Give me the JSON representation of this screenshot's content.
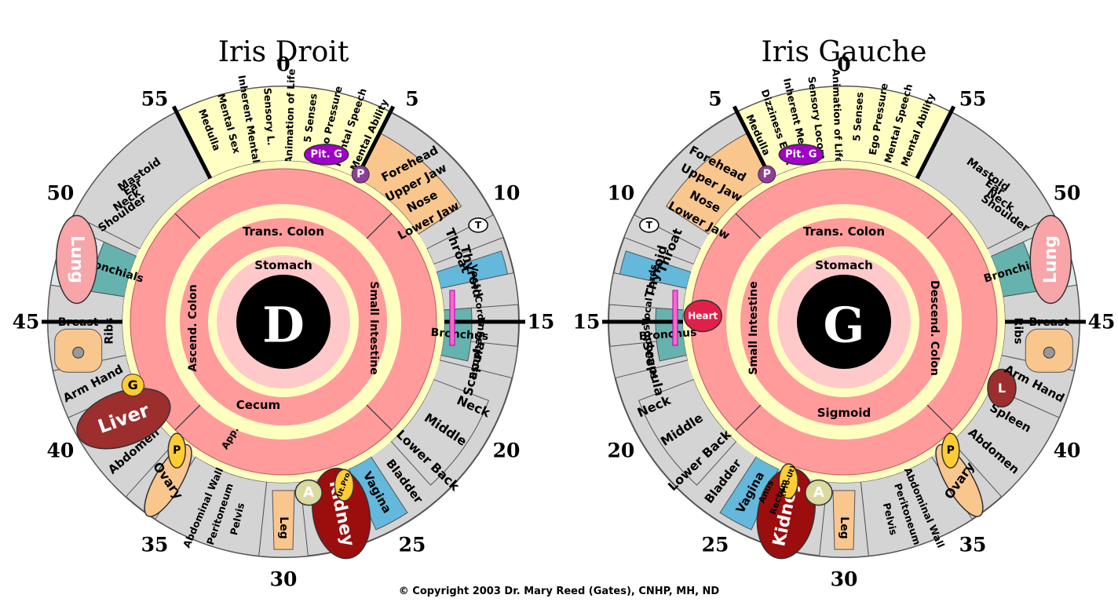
{
  "copyright": "© Copyright 2003 Dr. Mary Reed (Gates), CNHP, MH, ND",
  "colors": {
    "yellow": "#ffffc4",
    "gray": "#d4d4d4",
    "grayDark": "#bdbdbd",
    "skin": "#f9c68e",
    "pink": "#ff9b9b",
    "pinkLight": "#ffc9c9",
    "cream": "#ffffc0",
    "teal": "#66b2ae",
    "blue": "#63b8dc",
    "lung": "#f7a5a8",
    "liver": "#9c2e2e",
    "kidney": "#9c0d0d",
    "purple": "#a000c8",
    "gold": "#ffcc33",
    "center": "#000000"
  },
  "right_iris": {
    "title": "Iris Droit",
    "center_letter": "D",
    "clock": [
      "0",
      "5",
      "10",
      "15",
      "20",
      "25",
      "30",
      "35",
      "40",
      "45",
      "50",
      "55"
    ],
    "inner": {
      "top": "Trans. Colon",
      "stomach": "Stomach",
      "right": "Small Intestine",
      "left": "Ascend. Colon",
      "bottom": "Cecum",
      "app": "App."
    },
    "zones": {
      "brain": [
        "Medulla",
        "Mental Sex",
        "Inherent Mental",
        "Sensory L.",
        "Animation of Life",
        "5 Senses",
        "Ego Pressure",
        "Mental Speech",
        "Mental Ability"
      ],
      "pit": "Pit. G",
      "pineal": "P",
      "face": [
        "Forehead",
        "Upper Jaw",
        "Nose",
        "Lower Jaw"
      ],
      "throat_badge": "T",
      "throat": "Throat",
      "thyroid": "Thyroid",
      "vocal": "Vocal Cords",
      "bronchus": "Bronchus",
      "esophagus": "Esophagus",
      "scapula": "Scapula",
      "neck": "Neck",
      "middle": "Middle",
      "lowerback": "Lower Back",
      "bladder": "Bladder",
      "vagina": "Vagina",
      "utpro": "Ut.Pro",
      "adrenal": "A",
      "kidney": "Kidney",
      "leg": "Leg",
      "pelvis": [
        "Pelvis",
        "Peritoneum",
        "Abdominal Wall"
      ],
      "ovary": "Ovary",
      "pancreas": "P",
      "abdomen": "Abdomen",
      "liver": "Liver",
      "gall": "G",
      "armhand": "Arm  Hand",
      "breast": "Breast",
      "ribs": "Ribs",
      "bronchials": "Bronchials",
      "lung": "Lung",
      "ear": [
        "Mastoid",
        "Ear",
        "Neck",
        "Shoulder"
      ]
    }
  },
  "left_iris": {
    "title": "Iris Gauche",
    "center_letter": "G",
    "clock": [
      "0",
      "5",
      "10",
      "15",
      "20",
      "25",
      "30",
      "35",
      "40",
      "45",
      "50",
      "55"
    ],
    "inner": {
      "top": "Trans. Colon",
      "stomach": "Stomach",
      "left": "Small Intestine",
      "right": "Descend. Colon",
      "bottom": "Sigmoid"
    },
    "zones": {
      "brain": [
        "Mental Ability",
        "Mental Speech",
        "Ego Pressure",
        "5 Senses",
        "Animation of Life",
        "Sensory Locom",
        "Inherent Mental",
        "Dizziness  Equ.",
        "Medulla"
      ],
      "pit": "Pit. G",
      "pineal": "P",
      "face": [
        "Forehead",
        "Upper Jaw",
        "Nose",
        "Lower Jaw"
      ],
      "throat_badge": "T",
      "throat": "Throat",
      "thyroid": "Thyroid",
      "vocal": "Vocal Cords",
      "bronchus": "Bronchus",
      "esophagus": "Esophagus",
      "scapula": "Scapula",
      "neck": "Neck",
      "middle": "Middle",
      "lowerback": "Lower Back",
      "bladder": "Bladder",
      "vagina": "Vagina",
      "anus": "Anus",
      "rectum": "Rectum",
      "prout": "(Pro-Ut)",
      "adrenal": "A",
      "kidney": "Kidney",
      "leg": "Leg",
      "pelvis": [
        "Pelvis",
        "Peritoneum",
        "Abdominal Wall"
      ],
      "ovary": "Ovary",
      "pancreas": "P",
      "abdomen": "Abdomen",
      "spleen": "Spleen",
      "l_badge": "L",
      "armhand": "Arm  Hand",
      "breast": "Breast",
      "ribs": "Ribs",
      "bronchials": "Bronchials",
      "heart": "Heart",
      "lung": "Lung",
      "ear": [
        "Mastoid",
        "Ear",
        "Neck",
        "Shoulder"
      ]
    }
  }
}
